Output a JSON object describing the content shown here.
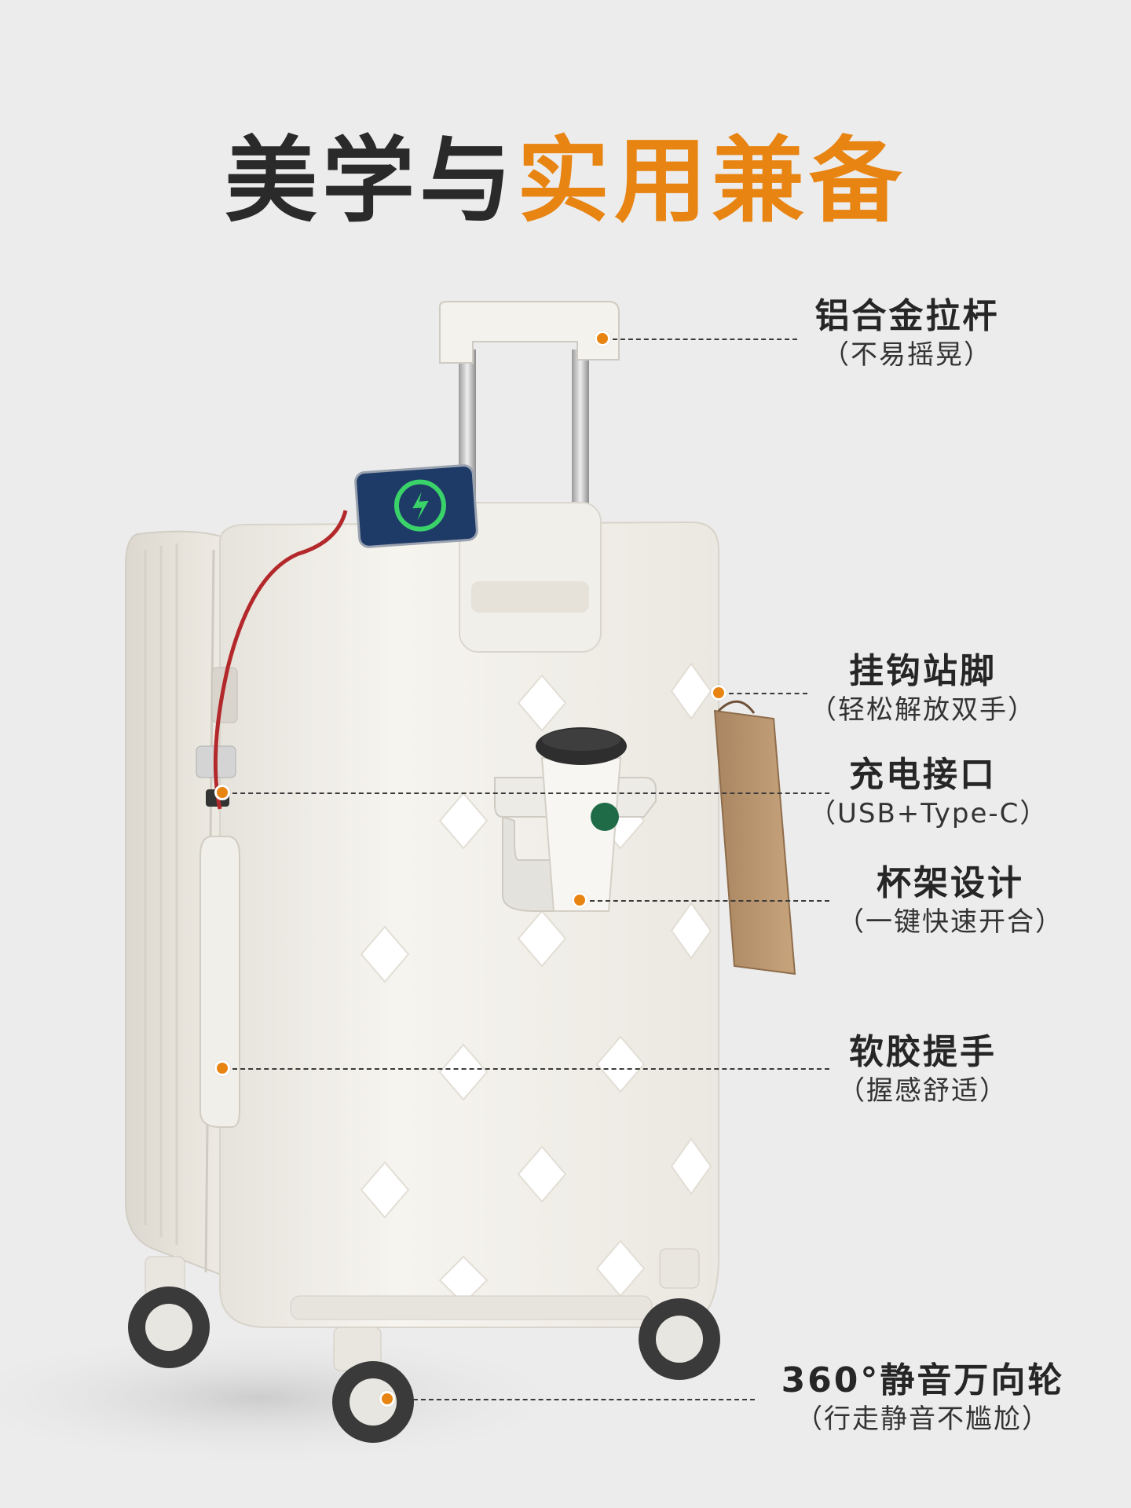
{
  "headline": {
    "part1": "美学与",
    "part2": "实用兼备"
  },
  "colors": {
    "accent": "#e88412",
    "text": "#262626",
    "background": "#ececec",
    "suitcase": "#f3f1ec"
  },
  "features": [
    {
      "title": "铝合金拉杆",
      "subtitle": "（不易摇晃）"
    },
    {
      "title": "挂钩站脚",
      "subtitle": "（轻松解放双手）"
    },
    {
      "title": "充电接口",
      "subtitle": "（USB+Type-C）"
    },
    {
      "title": "杯架设计",
      "subtitle": "（一键快速开合）"
    },
    {
      "title": "软胶提手",
      "subtitle": "（握感舒适）"
    },
    {
      "title": "360°静音万向轮",
      "subtitle": "（行走静音不尴尬）"
    }
  ]
}
